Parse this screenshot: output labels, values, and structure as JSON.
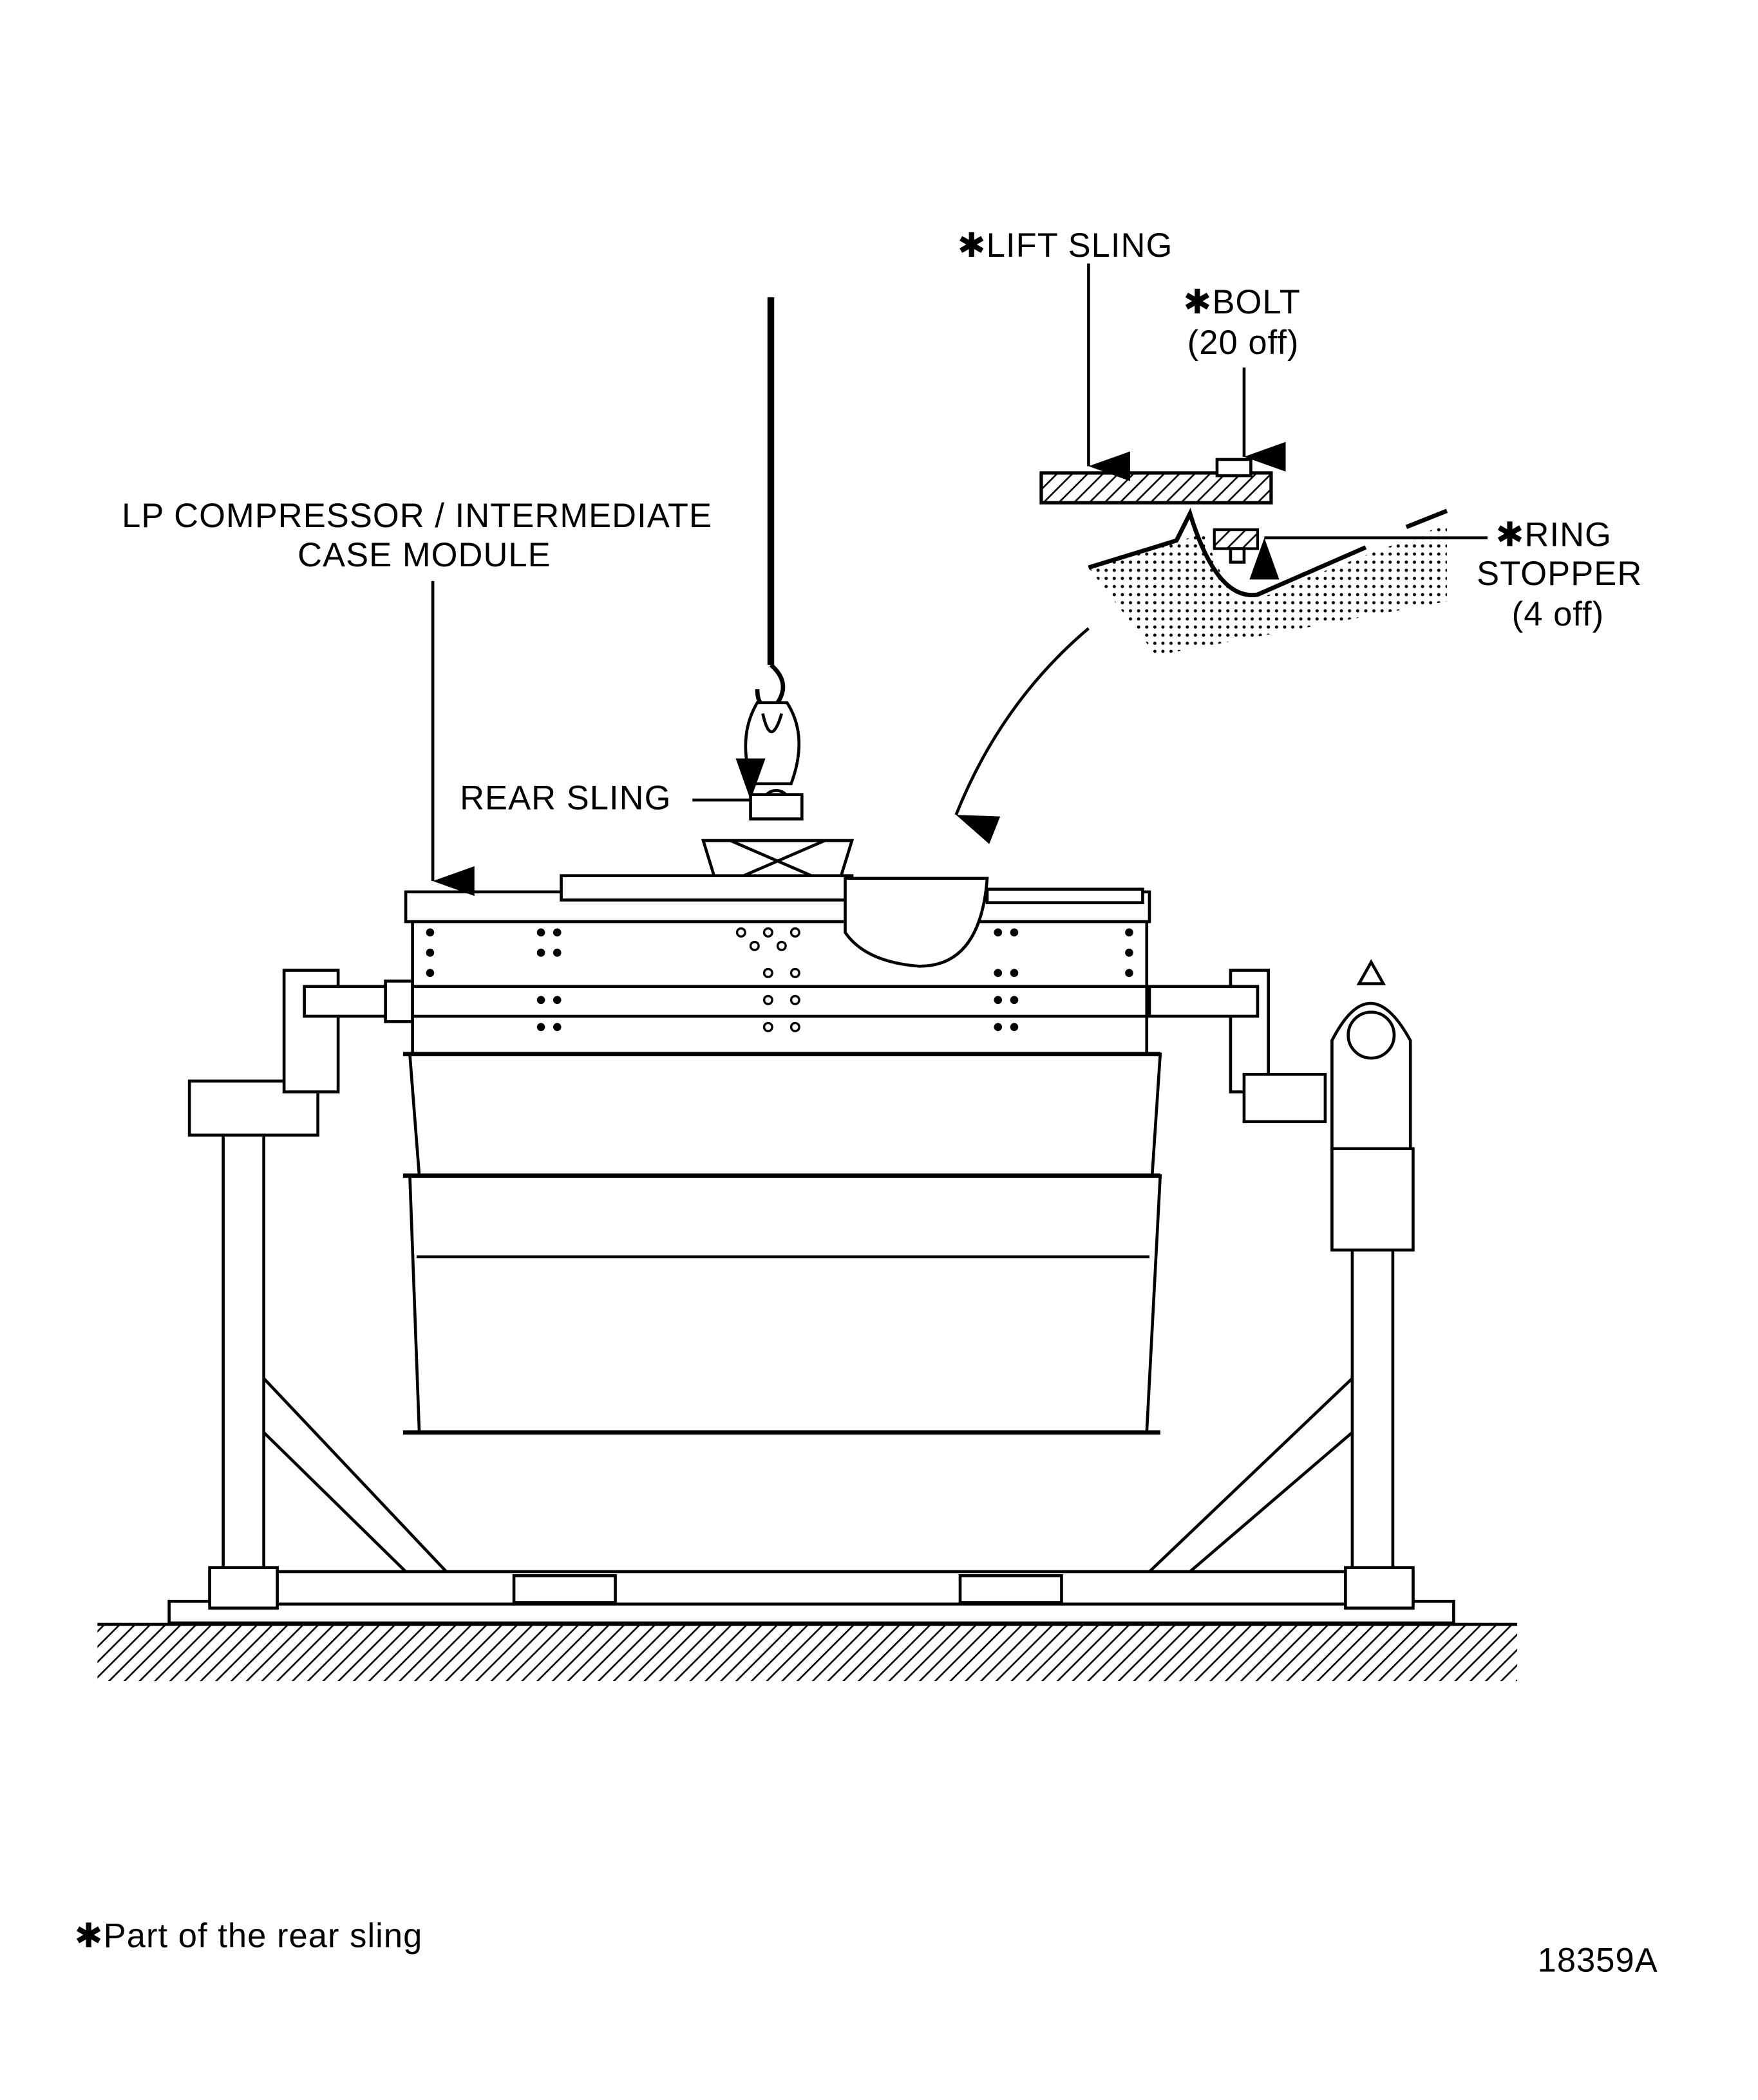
{
  "labels": {
    "lift_sling": "✱LIFT  SLING",
    "bolt": "✱BOLT",
    "bolt_qty": "(20 off)",
    "ring_stopper_1": "✱RING",
    "ring_stopper_2": "STOPPER",
    "ring_stopper_qty": "(4 off)",
    "module_1": "LP  COMPRESSOR / INTERMEDIATE",
    "module_2": "CASE  MODULE",
    "rear_sling": "REAR  SLING"
  },
  "footnote": "✱Part  of  the  rear  sling",
  "figure_number": "18359A"
}
